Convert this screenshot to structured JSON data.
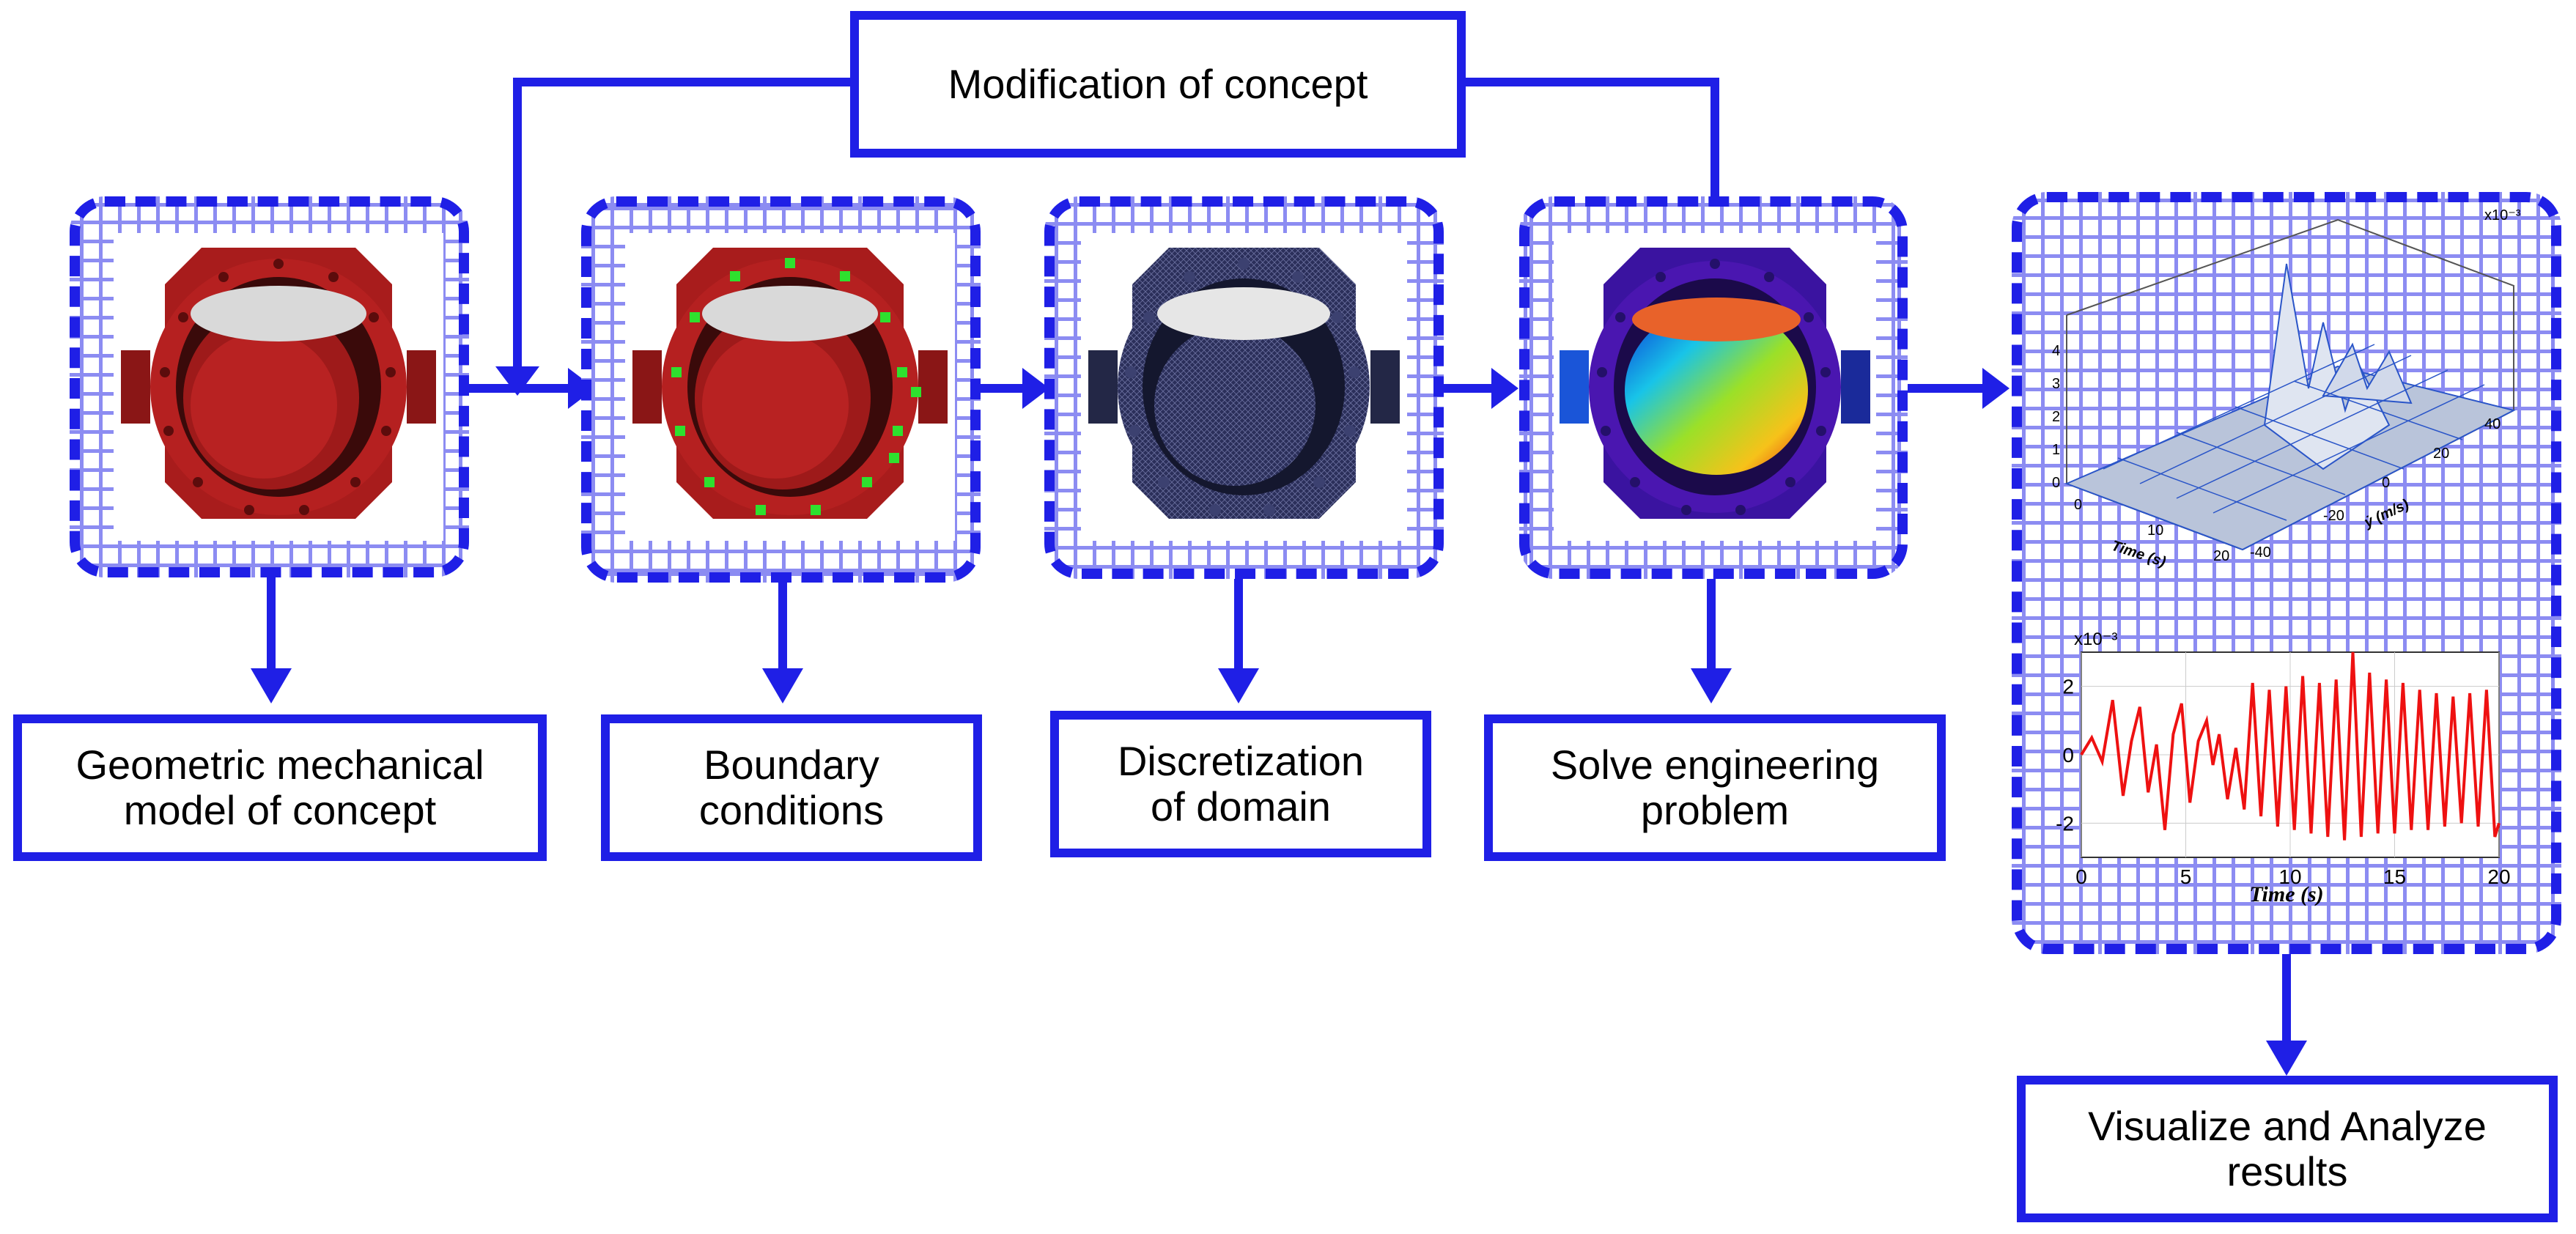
{
  "feedback": {
    "label": "Modification of concept"
  },
  "steps": [
    {
      "image": "red-butterfly-valve-cad-model",
      "label_lines": [
        "Geometric mechanical",
        "model of concept"
      ]
    },
    {
      "image": "valve-with-green-boundary-constraints",
      "label_lines": [
        "Boundary",
        "conditions"
      ]
    },
    {
      "image": "meshed-valve-model",
      "label_lines": [
        "Discretization",
        "of domain"
      ]
    },
    {
      "image": "valve-fea-stress-contour",
      "label_lines": [
        "Solve engineering",
        "problem"
      ]
    }
  ],
  "results": {
    "label_lines": [
      "Visualize and Analyze",
      "results"
    ],
    "surface_plot": {
      "x_label": "Time (s)",
      "y_label": "ẏ (m/s)",
      "z_exponent": "x10⁻³",
      "x_ticks": [
        "0",
        "10",
        "20"
      ],
      "y_ticks": [
        "-40",
        "-20",
        "0",
        "20",
        "40"
      ],
      "z_ticks": [
        "0",
        "1",
        "2",
        "3",
        "4"
      ]
    }
  },
  "colors": {
    "accent": "#1f1fe6",
    "grid": "#8c8cf2",
    "valve_red": "#a81c1c",
    "mesh_navy": "#2b2f5a",
    "signal_red": "#ee1111"
  },
  "chart_data": {
    "type": "line",
    "title": "",
    "xlabel": "Time (s)",
    "ylabel": "",
    "y_exponent": "x10⁻³",
    "xlim": [
      0,
      20
    ],
    "ylim": [
      -3,
      3
    ],
    "x_ticks": [
      "0",
      "5",
      "10",
      "15",
      "20"
    ],
    "y_ticks": [
      "-2",
      "0",
      "2"
    ],
    "grid": true,
    "series": [
      {
        "x": [
          0,
          0.5,
          1.0,
          1.5,
          2.0,
          2.4,
          2.8,
          3.2,
          3.6,
          4.0,
          4.4,
          4.8,
          5.2,
          5.6,
          6.0,
          6.3,
          6.6,
          7.0,
          7.4,
          7.8,
          8.2,
          8.6,
          9.0,
          9.4,
          9.8,
          10.2,
          10.6,
          11.0,
          11.4,
          11.8,
          12.2,
          12.6,
          13.0,
          13.4,
          13.8,
          14.2,
          14.6,
          15.0,
          15.4,
          15.8,
          16.2,
          16.6,
          17.0,
          17.4,
          17.8,
          18.2,
          18.6,
          19.0,
          19.4,
          19.8,
          20.0
        ],
        "y": [
          0,
          0.5,
          -0.2,
          1.6,
          -1.2,
          0.4,
          1.4,
          -1.1,
          0.3,
          -2.2,
          0.6,
          1.5,
          -1.4,
          0.4,
          1.0,
          -0.3,
          0.6,
          -1.3,
          0.2,
          -1.6,
          2.1,
          -1.8,
          1.9,
          -2.1,
          2.0,
          -2.2,
          2.3,
          -2.3,
          2.1,
          -2.4,
          2.2,
          -2.5,
          3.0,
          -2.4,
          2.4,
          -2.3,
          2.2,
          -2.3,
          2.1,
          -2.2,
          1.9,
          -2.2,
          1.8,
          -2.1,
          1.7,
          -2.0,
          1.8,
          -2.1,
          1.9,
          -2.4,
          -2.0
        ]
      }
    ]
  }
}
